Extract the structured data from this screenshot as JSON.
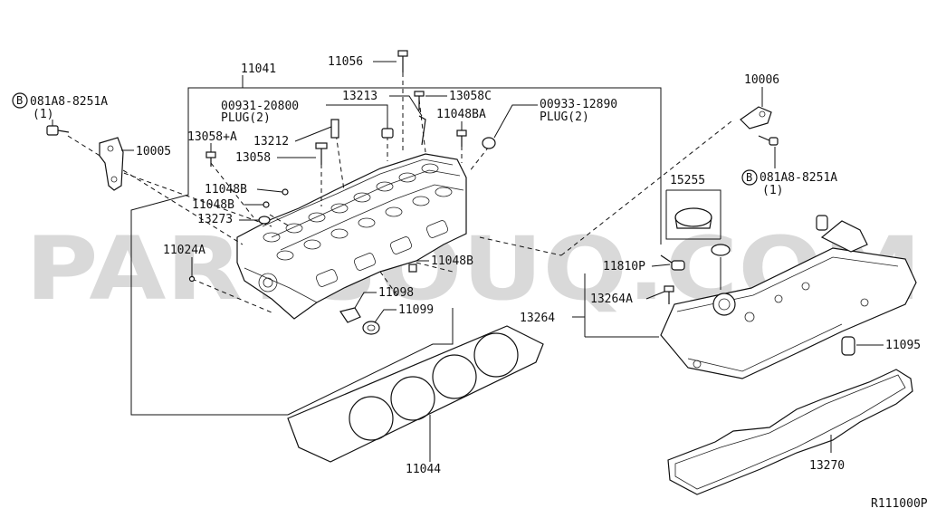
{
  "watermark": "PARTSOUQ.COM",
  "drawing_code": "R111000P",
  "labels": {
    "p11041": "11041",
    "p11056": "11056",
    "p10006": "10006",
    "bolt_left_code": "081A8-8251A",
    "bolt_left_qty": "(1)",
    "bolt_right_code": "081A8-8251A",
    "bolt_right_qty": "(1)",
    "bolt_symbol": "B",
    "plug1_code": "00931-20800",
    "plug1_text": "PLUG(2)",
    "p13213": "13213",
    "p13058C": "13058C",
    "plug2_code": "00933-12890",
    "plug2_text": "PLUG(2)",
    "p11048BA": "11048BA",
    "p10005": "10005",
    "p13058plusA": "13058+A",
    "p13212": "13212",
    "p13058": "13058",
    "p15255": "15255",
    "p11048B_1": "11048B",
    "p11048B_2": "11048B",
    "p13273": "13273",
    "p11024A": "11024A",
    "p11048B_3": "11048B",
    "p11810P": "11810P",
    "p13264A": "13264A",
    "p11098": "11098",
    "p11099": "11099",
    "p13264": "13264",
    "p11095": "11095",
    "p11044": "11044",
    "p13270": "13270"
  }
}
